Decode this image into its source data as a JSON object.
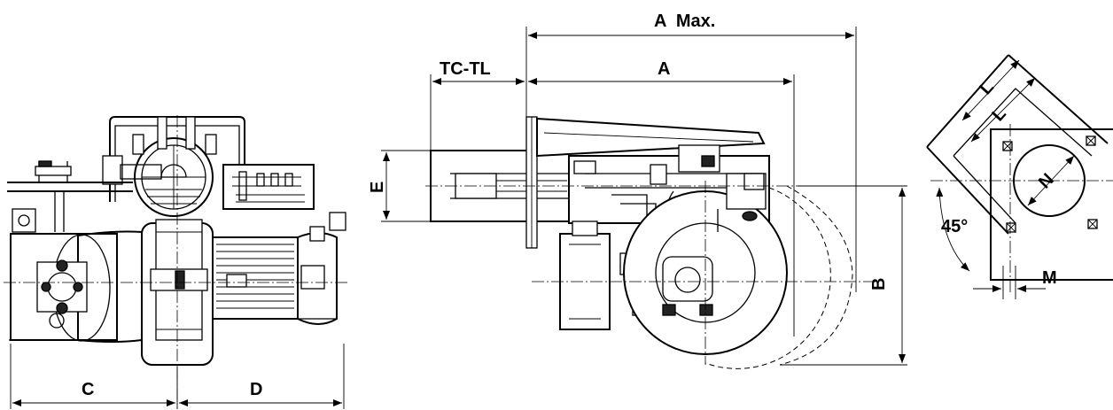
{
  "labels": {
    "c": "C",
    "d": "D",
    "tc_tl": "TC-TL",
    "a_max": "A  Max.",
    "a": "A",
    "e": "E",
    "b": "B",
    "l": "L",
    "n": "N",
    "m": "M",
    "angle": "45°"
  }
}
